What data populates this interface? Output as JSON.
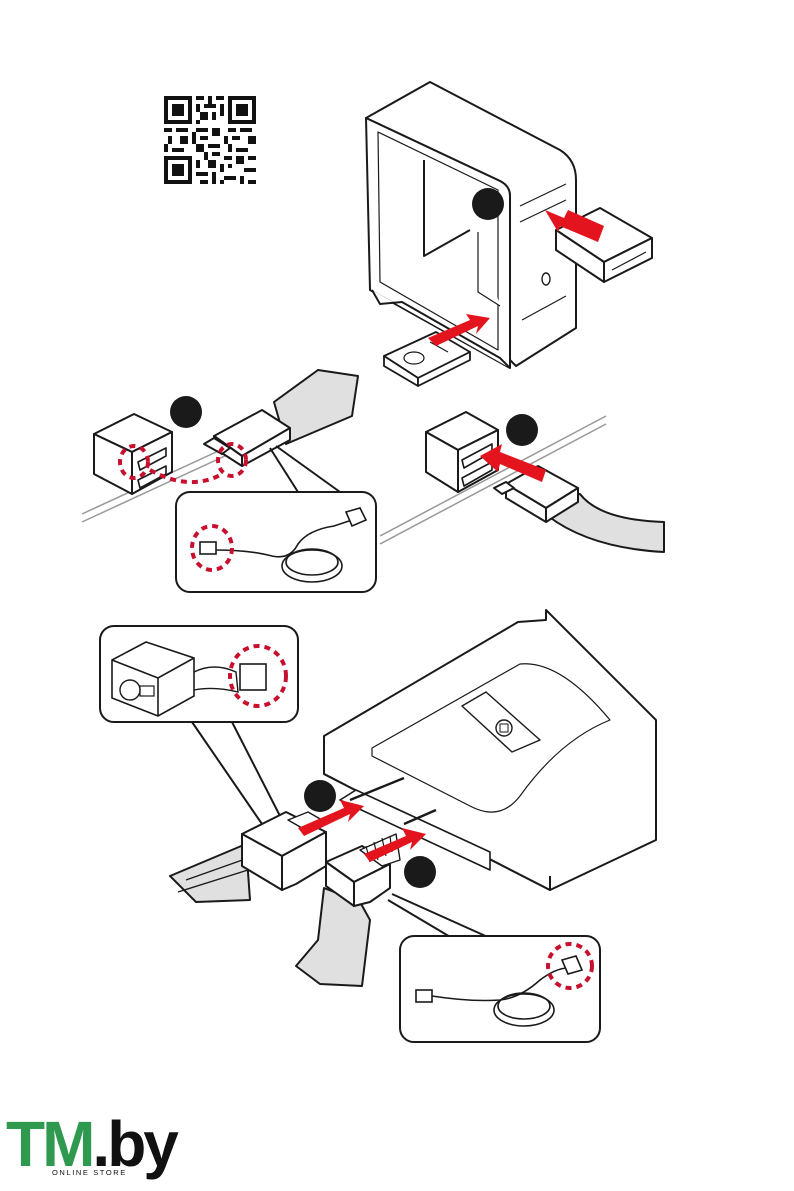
{
  "colors": {
    "arrow": "#e3141e",
    "outline": "#1a1a1a",
    "badge": "#1a1a1a",
    "cable": "#e0e0e0",
    "highlight_ring": "#c8102e",
    "logo_green": "#2f9a4f"
  },
  "qr": {
    "icon": "qr-code-icon"
  },
  "logo": {
    "main": "TM",
    "suffix": ".by",
    "sub": "ONLINE STORE"
  },
  "steps": [
    {
      "icon": "step-badge"
    },
    {
      "icon": "step-badge"
    },
    {
      "icon": "step-badge"
    },
    {
      "icon": "step-badge"
    },
    {
      "icon": "step-badge"
    }
  ]
}
